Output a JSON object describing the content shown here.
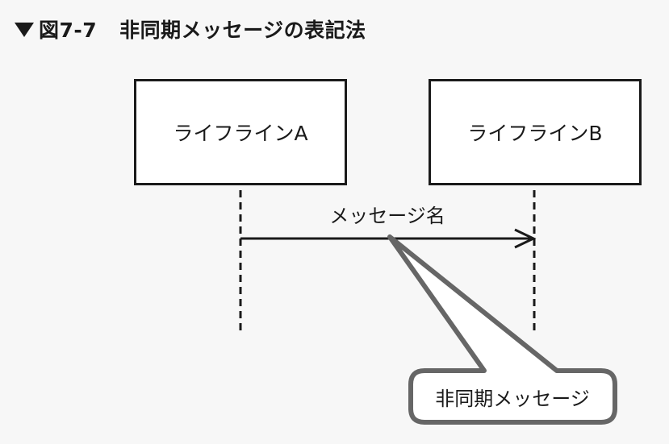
{
  "figure": {
    "label": "図7-7",
    "title": "非同期メッセージの表記法"
  },
  "lifelines": [
    {
      "name": "ライフラインA"
    },
    {
      "name": "ライフラインB"
    }
  ],
  "message": {
    "label": "メッセージ名"
  },
  "callout": {
    "text": "非同期メッセージ"
  },
  "colors": {
    "ink": "#1a1a1a",
    "callout_border": "#666666",
    "background": "#f7f7f7"
  }
}
